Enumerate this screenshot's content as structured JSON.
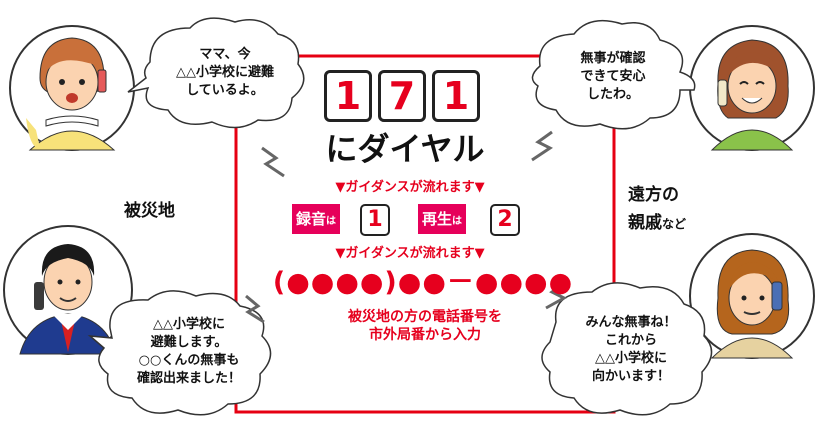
{
  "dial": {
    "digits": [
      "1",
      "7",
      "1"
    ],
    "caption": "にダイヤル"
  },
  "guidance": {
    "line1": "▼ガイダンスが流れます▼",
    "record_label": "録音",
    "record_particle": "は",
    "record_digit": "1",
    "play_label": "再生",
    "play_particle": "は",
    "play_digit": "2",
    "line2": "▼ガイダンスが流れます▼",
    "phone_pattern": "(●●●●)●●－●●●●",
    "instruction_line1": "被災地の方の電話番号を",
    "instruction_line2": "市外局番から入力"
  },
  "regions": {
    "disaster_area": "被災地",
    "relatives_main_1": "遠方の",
    "relatives_main_2": "親戚",
    "relatives_suffix": "など"
  },
  "bubbles": {
    "girl": [
      "ママ、今",
      "△△小学校に避難",
      "しているよ。"
    ],
    "mother": [
      "無事が確認",
      "できて安心",
      "したわ。"
    ],
    "teacher": [
      "△△小学校に",
      "避難します。",
      "○○くんの無事も",
      "確認出来ました！"
    ],
    "relative": [
      "みんな無事ね！",
      "これから",
      "△△小学校に",
      "向かいます！"
    ]
  },
  "colors": {
    "accent_red": "#e6001e",
    "tag_pink": "#e6005a",
    "frame_red": "#e60012"
  }
}
